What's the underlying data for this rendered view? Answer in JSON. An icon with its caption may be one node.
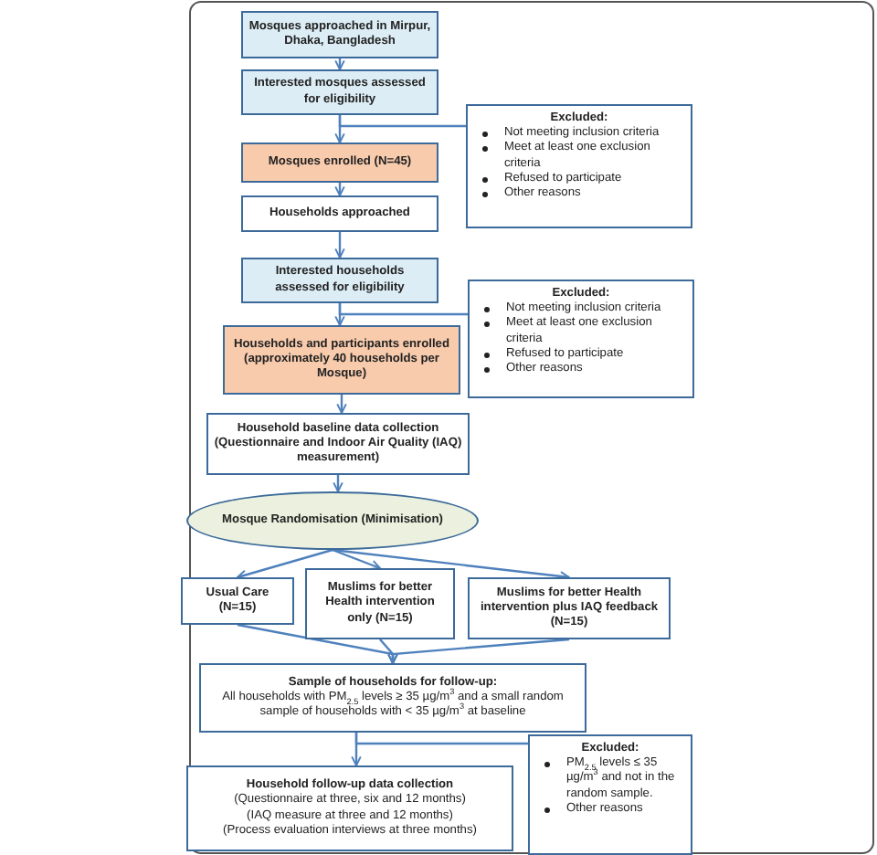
{
  "diagram": {
    "nodes": [
      {
        "text": [
          "Mosques approached in Mirpur, Dhaka, Bangladesh"
        ]
      },
      {
        "text": [
          "Interested mosques assessed for eligibility"
        ]
      },
      {
        "text": [
          "Excluded:",
          "Not meeting inclusion criteria",
          "Meet at least one exclusion criteria",
          "Refused to participate",
          "Other reasons"
        ]
      },
      {
        "text": [
          "Mosques enrolled (N=45)"
        ]
      },
      {
        "text": [
          "Households approached"
        ]
      },
      {
        "text": [
          "Interested households assessed for eligibility"
        ]
      },
      {
        "text": [
          "Excluded:",
          "Not meeting inclusion criteria",
          "Meet at least one exclusion criteria",
          "Refused to participate",
          "Other reasons"
        ]
      },
      {
        "text": [
          "Households and participants enrolled (approximately 40 households per Mosque)"
        ]
      },
      {
        "text": [
          "Household baseline data collection (Questionnaire and Indoor Air Quality (IAQ) measurement)"
        ]
      },
      {
        "text": [
          "Mosque Randomisation (Minimisation)"
        ]
      },
      {
        "text": [
          "Usual Care (N=15)"
        ]
      },
      {
        "text": [
          "Muslims for better Health intervention only (N=15)"
        ]
      },
      {
        "text": [
          "Muslims for better Health intervention plus IAQ feedback (N=15)"
        ]
      },
      {
        "text": [
          "Sample of households for follow-up:",
          "All households with PM$_{2.5}$ levels ≥ 35 µg/m$^{3}$ and a small random sample of households with < 35 µg/m$^{3}$ at baseline"
        ]
      },
      {
        "text": [
          "Household follow-up data collection",
          "(Questionnaire at three, six and 12 months)",
          "(IAQ measure at three and 12 months)",
          "(Process evaluation interviews at three months)"
        ]
      },
      {
        "text": [
          "Excluded:",
          "PM$_{2.5}$ levels ≤ 35 µg/m$^{3}$ and not in the random sample.",
          "Other reasons"
        ]
      }
    ],
    "edges": [
      {
        "from": 0,
        "to": 1,
        "arrow": "to"
      },
      {
        "from": 1,
        "to": 3,
        "arrow": "to"
      },
      {
        "from": 1,
        "to": 2,
        "arrow": "none"
      },
      {
        "from": 3,
        "to": 4,
        "arrow": "to"
      },
      {
        "from": 4,
        "to": 5,
        "arrow": "to"
      },
      {
        "from": 5,
        "to": 7,
        "arrow": "to"
      },
      {
        "from": 5,
        "to": 6,
        "arrow": "none"
      },
      {
        "from": 7,
        "to": 8,
        "arrow": "to"
      },
      {
        "from": 8,
        "to": 9,
        "arrow": "to"
      },
      {
        "from": 9,
        "to": 10,
        "arrow": "to"
      },
      {
        "from": 9,
        "to": 11,
        "arrow": "to"
      },
      {
        "from": 9,
        "to": 12,
        "arrow": "to"
      },
      {
        "from": 10,
        "to": 13,
        "arrow": "to"
      },
      {
        "from": 11,
        "to": 13,
        "arrow": "to"
      },
      {
        "from": 12,
        "to": 13,
        "arrow": "to"
      },
      {
        "from": 13,
        "to": 14,
        "arrow": "to"
      },
      {
        "from": 13,
        "to": 15,
        "arrow": "none"
      }
    ]
  }
}
